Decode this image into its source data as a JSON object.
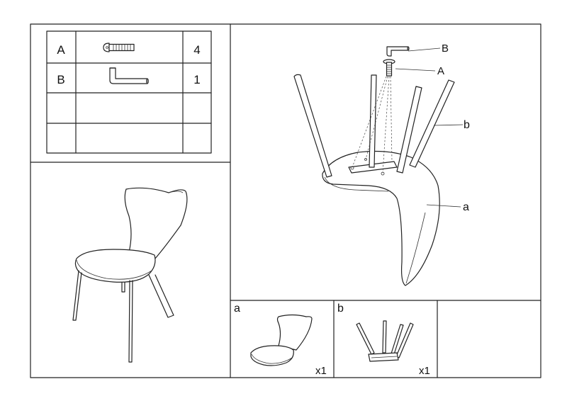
{
  "parts_table": {
    "rows": [
      {
        "key": "A",
        "icon": "bolt-icon",
        "qty": "4"
      },
      {
        "key": "B",
        "icon": "hex-key-icon",
        "qty": "1"
      },
      {
        "key": "",
        "icon": "",
        "qty": ""
      },
      {
        "key": "",
        "icon": "",
        "qty": ""
      }
    ]
  },
  "assembly": {
    "callouts": {
      "hex_key": "B",
      "bolt": "A",
      "legs": "b",
      "seat": "a"
    }
  },
  "components": [
    {
      "letter": "a",
      "qty": "x1",
      "icon": "seat-shell-icon"
    },
    {
      "letter": "b",
      "qty": "x1",
      "icon": "leg-frame-icon"
    },
    {
      "letter": "",
      "qty": "",
      "icon": ""
    }
  ],
  "colors": {
    "line": "#222222",
    "background": "#ffffff"
  }
}
